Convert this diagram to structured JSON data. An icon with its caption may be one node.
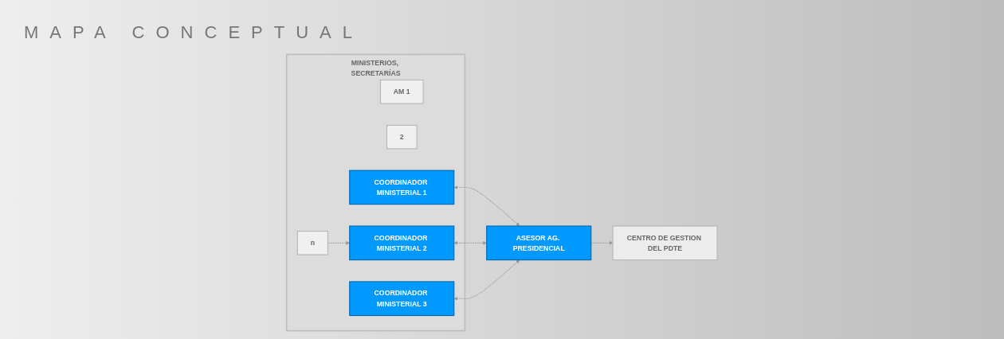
{
  "diagram": {
    "title": "MAPA CONCEPTUAL",
    "nodes": [
      {
        "text": [
          "MINISTERIOS, SECRETARÍAS"
        ]
      },
      {
        "text": [
          "AM 1"
        ],
        "in": 0
      },
      {
        "text": [
          "2"
        ],
        "in": 0
      },
      {
        "text": [
          "n"
        ],
        "in": 0
      },
      {
        "text": [
          "COORDINADOR MINISTERIAL 1"
        ],
        "in": 0
      },
      {
        "text": [
          "COORDINADOR MINISTERIAL 2"
        ],
        "in": 0
      },
      {
        "text": [
          "COORDINADOR MINISTERIAL 3"
        ],
        "in": 0
      },
      {
        "text": [
          "ASESOR AG. PRESIDENCIAL"
        ]
      },
      {
        "text": [
          "CENTRO DE GESTION DEL PDTE"
        ]
      }
    ],
    "edges": [
      {
        "from": 3,
        "to": 5,
        "arrow": "to",
        "style": "dashed"
      },
      {
        "from": 7,
        "to": 4,
        "arrow": "both",
        "style": "dashed"
      },
      {
        "from": 7,
        "to": 5,
        "arrow": "both",
        "style": "dashed"
      },
      {
        "from": 7,
        "to": 6,
        "arrow": "both",
        "style": "dashed"
      },
      {
        "from": 7,
        "to": 8,
        "arrow": "to",
        "style": "dashed"
      }
    ]
  }
}
